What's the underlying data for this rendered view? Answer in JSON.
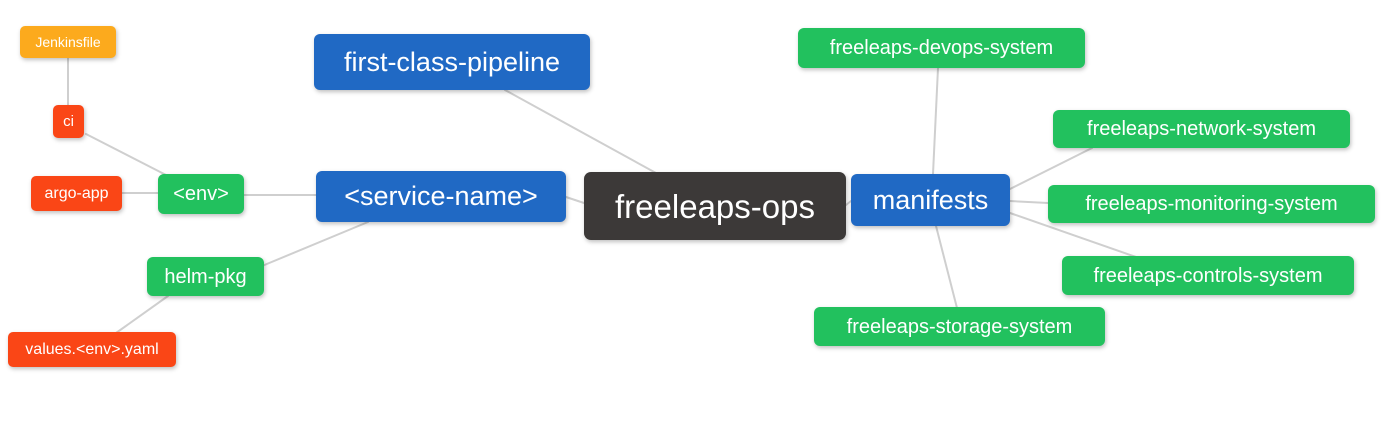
{
  "diagram": {
    "type": "mindmap",
    "root_label": "freeleaps-ops",
    "colors": {
      "root_bg": "#3c3938",
      "branch_bg": "#2069c4",
      "green_bg": "#22c15e",
      "red_bg": "#fa4616",
      "orange_bg": "#fcaa1d",
      "edge": "#cfcfcf",
      "text": "#ffffff"
    },
    "nodes": {
      "freeleaps_ops": {
        "label": "freeleaps-ops",
        "role": "root"
      },
      "first_class_pipeline": {
        "label": "first-class-pipeline",
        "role": "branch"
      },
      "service_name": {
        "label": "<service-name>",
        "role": "branch"
      },
      "manifests": {
        "label": "manifests",
        "role": "branch"
      },
      "env": {
        "label": "<env>",
        "role": "sub-branch"
      },
      "helm_pkg": {
        "label": "helm-pkg",
        "role": "sub-branch"
      },
      "ci": {
        "label": "ci",
        "role": "leaf"
      },
      "argo_app": {
        "label": "argo-app",
        "role": "leaf"
      },
      "jenkinsfile": {
        "label": "Jenkinsfile",
        "role": "leaf"
      },
      "values_env_yaml": {
        "label": "values.<env>.yaml",
        "role": "leaf"
      },
      "devops_system": {
        "label": "freeleaps-devops-system",
        "role": "sub-branch"
      },
      "network_system": {
        "label": "freeleaps-network-system",
        "role": "sub-branch"
      },
      "monitoring_system": {
        "label": "freeleaps-monitoring-system",
        "role": "sub-branch"
      },
      "controls_system": {
        "label": "freeleaps-controls-system",
        "role": "sub-branch"
      },
      "storage_system": {
        "label": "freeleaps-storage-system",
        "role": "sub-branch"
      }
    },
    "edges": [
      {
        "from": "freeleaps_ops",
        "to": "first_class_pipeline"
      },
      {
        "from": "freeleaps_ops",
        "to": "service_name"
      },
      {
        "from": "freeleaps_ops",
        "to": "manifests"
      },
      {
        "from": "service_name",
        "to": "env"
      },
      {
        "from": "service_name",
        "to": "helm_pkg"
      },
      {
        "from": "env",
        "to": "ci"
      },
      {
        "from": "env",
        "to": "argo_app"
      },
      {
        "from": "ci",
        "to": "jenkinsfile"
      },
      {
        "from": "helm_pkg",
        "to": "values_env_yaml"
      },
      {
        "from": "manifests",
        "to": "devops_system"
      },
      {
        "from": "manifests",
        "to": "network_system"
      },
      {
        "from": "manifests",
        "to": "monitoring_system"
      },
      {
        "from": "manifests",
        "to": "controls_system"
      },
      {
        "from": "manifests",
        "to": "storage_system"
      }
    ]
  }
}
